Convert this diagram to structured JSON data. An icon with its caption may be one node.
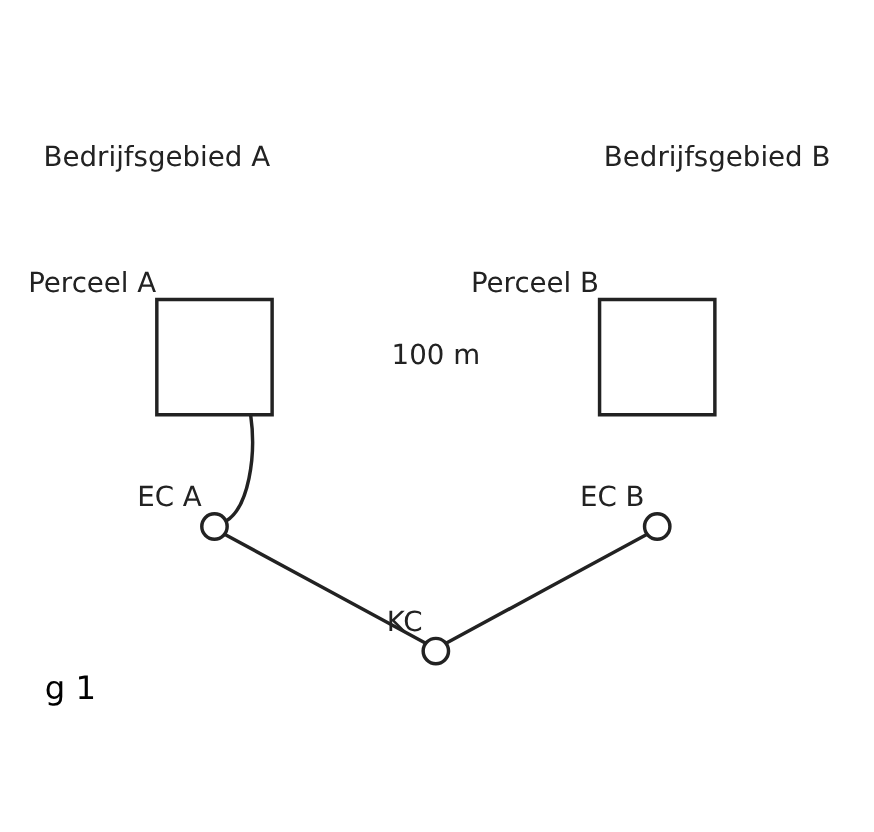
{
  "diagram": {
    "caption": "g 1",
    "nodes": [
      {
        "text": [],
        "shape": "box",
        "beside": [
          "Perceel A"
        ]
      },
      {
        "text": [],
        "shape": "box",
        "beside": [
          "Perceel B"
        ]
      },
      {
        "text": [],
        "shape": "circle",
        "beside": [
          "EC A"
        ]
      },
      {
        "text": [],
        "shape": "circle",
        "beside": [
          "EC B"
        ]
      },
      {
        "text": [],
        "shape": "circle",
        "beside": [
          "KC"
        ]
      }
    ],
    "edges": [
      {
        "from": 0,
        "to": 2,
        "arrow": "none"
      },
      {
        "from": 2,
        "to": 4,
        "arrow": "none"
      },
      {
        "from": 4,
        "to": 3,
        "arrow": "none"
      }
    ],
    "labels": [
      "Bedrijfsgebied A",
      "Bedrijfsgebied B",
      "100 m"
    ]
  }
}
